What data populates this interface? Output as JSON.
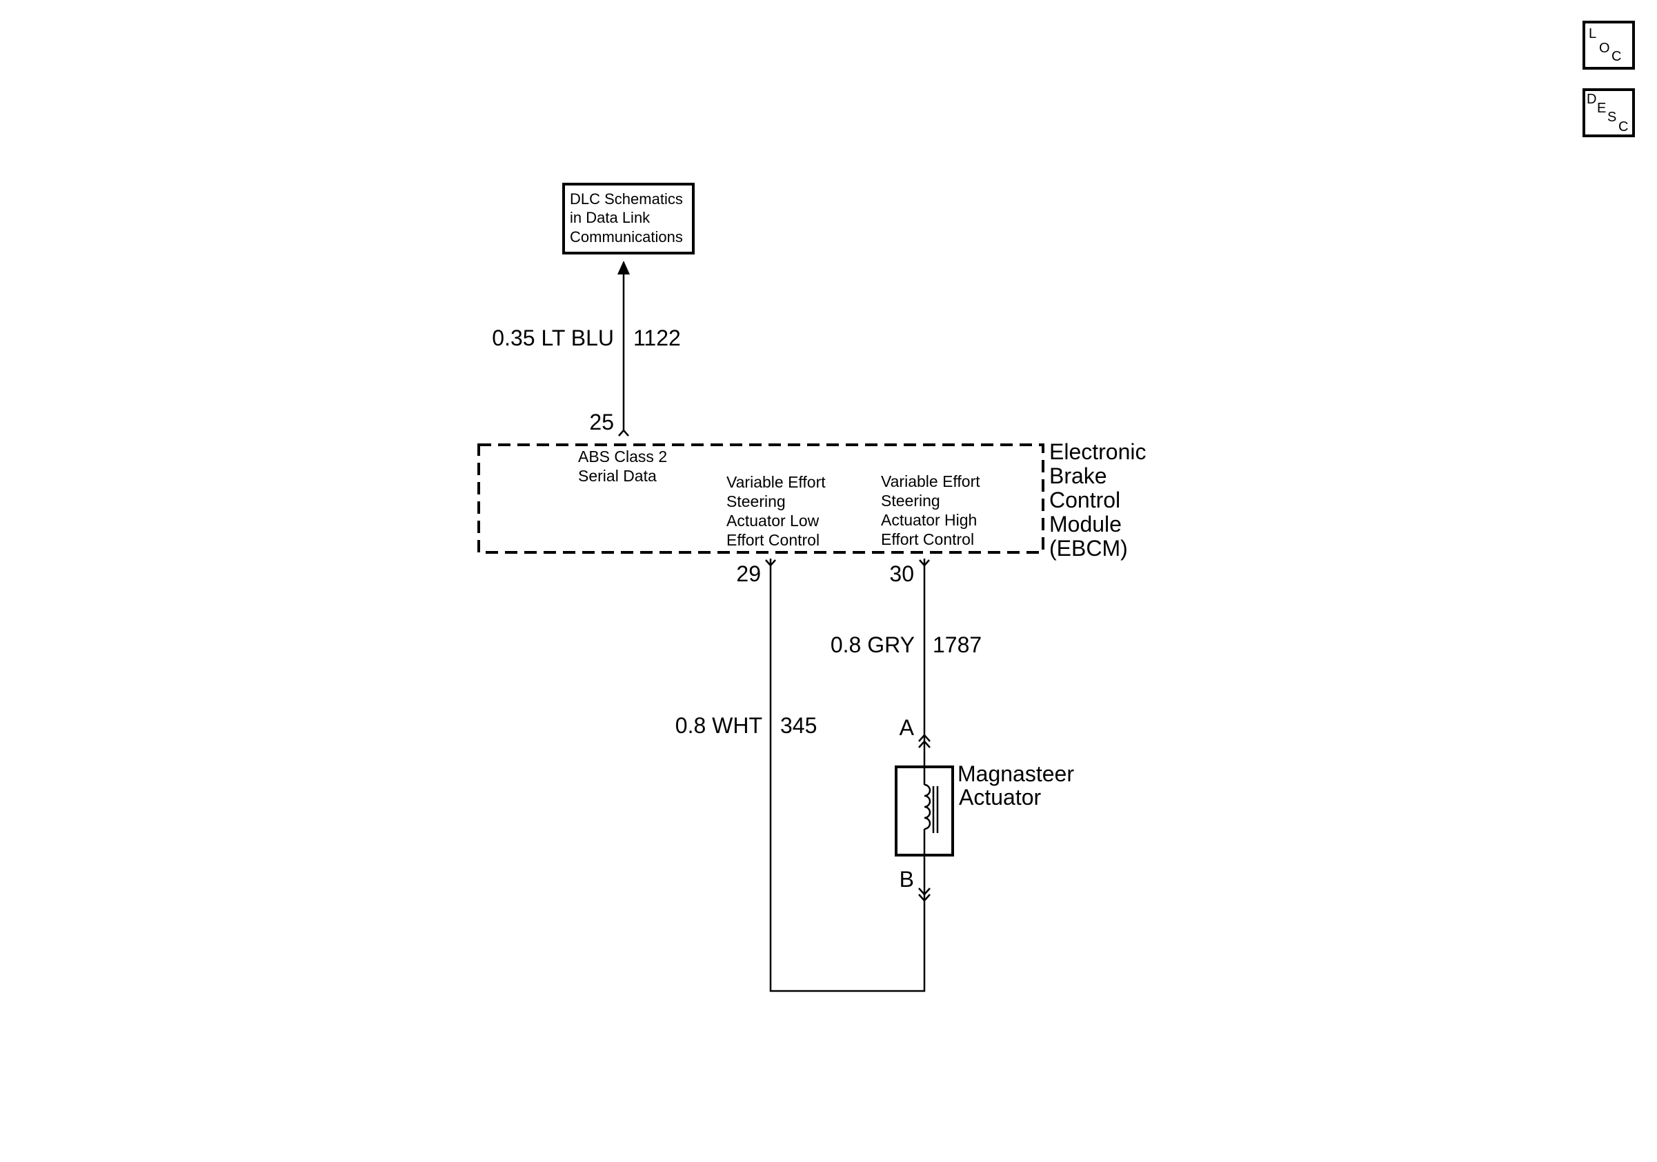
{
  "icons": {
    "loc": {
      "l1": "L",
      "l2": "O",
      "l3": "C"
    },
    "desc": {
      "l1": "D",
      "l2": "E",
      "l3": "S",
      "l4": "C"
    }
  },
  "dlc_box": {
    "lines": [
      "DLC Schematics",
      "in Data Link",
      "Communications"
    ]
  },
  "wires": {
    "serial": {
      "gauge_color": "0.35 LT BLU",
      "circuit": "1122",
      "pin": "25"
    },
    "low": {
      "gauge_color": "0.8 WHT",
      "circuit": "345",
      "pin": "29"
    },
    "high": {
      "gauge_color": "0.8 GRY",
      "circuit": "1787",
      "pin": "30"
    }
  },
  "ebcm": {
    "title_lines": [
      "Electronic",
      "Brake",
      "Control",
      "Module",
      "(EBCM)"
    ],
    "serial_label": [
      "ABS Class 2",
      "Serial Data"
    ],
    "low_label": [
      "Variable Effort",
      "Steering",
      "Actuator Low",
      "Effort Control"
    ],
    "high_label": [
      "Variable Effort",
      "Steering",
      "Actuator High",
      "Effort Control"
    ]
  },
  "actuator": {
    "title_lines": [
      "Magnasteer",
      "Actuator"
    ],
    "pin_a": "A",
    "pin_b": "B"
  }
}
